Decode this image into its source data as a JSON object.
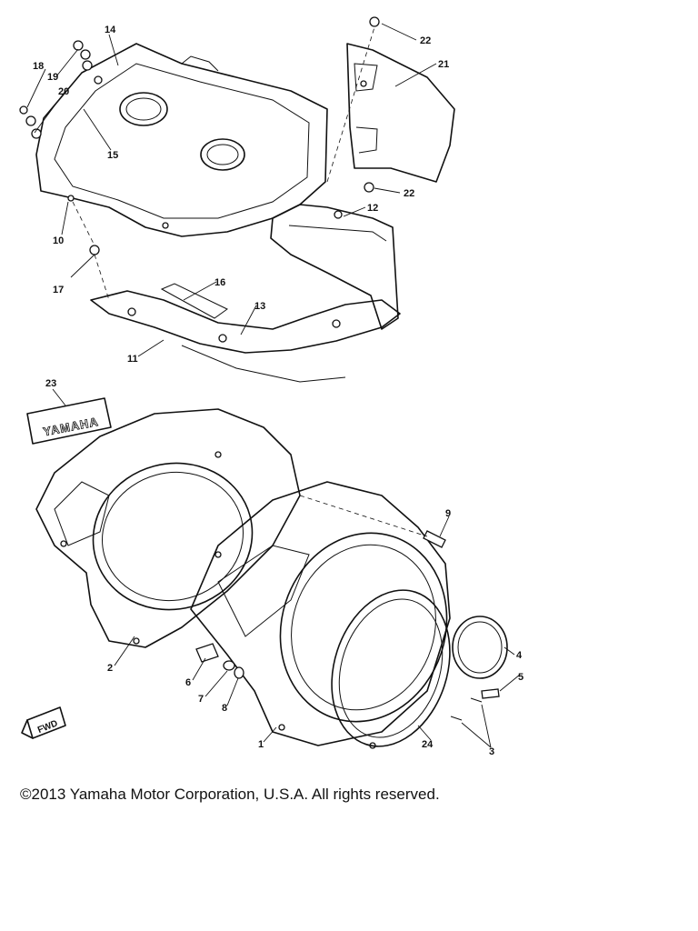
{
  "callouts": {
    "c1": "1",
    "c2": "2",
    "c3": "3",
    "c4": "4",
    "c5": "5",
    "c6": "6",
    "c7": "7",
    "c8": "8",
    "c9": "9",
    "c10": "10",
    "c11": "11",
    "c12": "12",
    "c13": "13",
    "c14": "14",
    "c15": "15",
    "c16": "16",
    "c17": "17",
    "c18": "18",
    "c19": "19",
    "c20": "20",
    "c21": "21",
    "c22a": "22",
    "c22b": "22",
    "c23": "23",
    "c24": "24"
  },
  "emblem_text": "YAMAHA",
  "fwd_label": "FWD",
  "copyright": "©2013 Yamaha Motor Corporation, U.S.A. All rights reserved."
}
